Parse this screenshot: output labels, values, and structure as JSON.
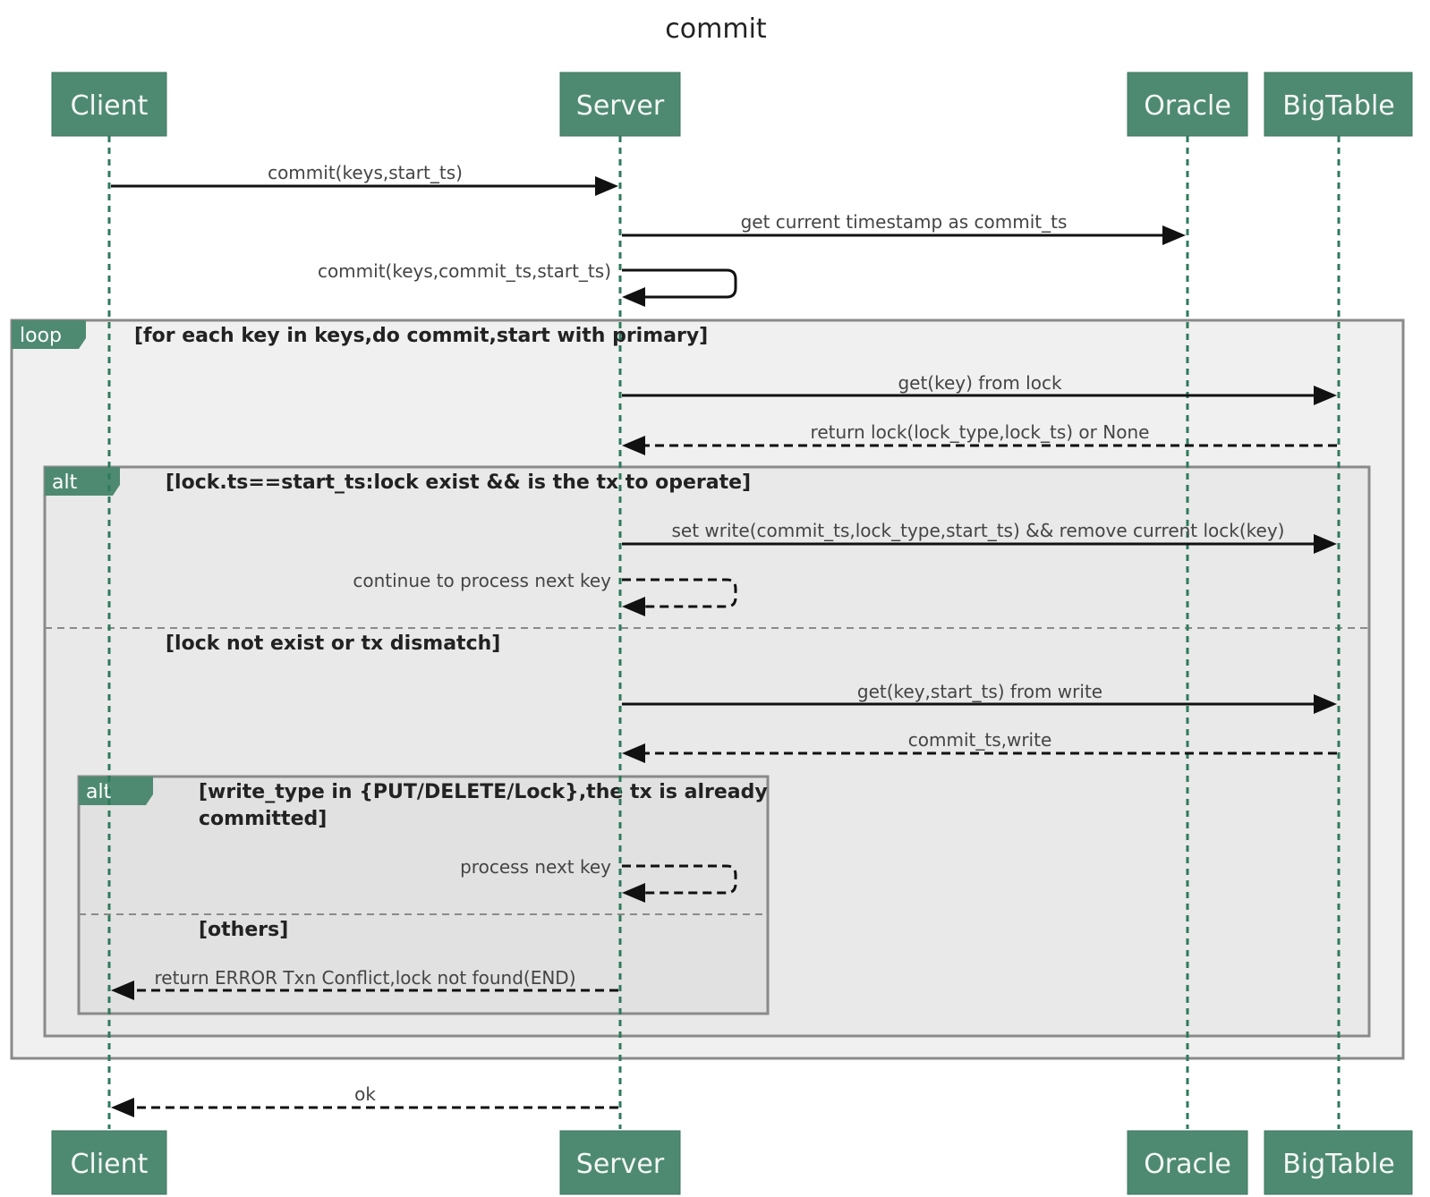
{
  "title": "commit",
  "actors": [
    "Client",
    "Server",
    "Oracle",
    "BigTable"
  ],
  "frames": {
    "loop": {
      "tab": "loop",
      "guard": "[for each key in keys,do commit,start with primary]"
    },
    "alt_outer": {
      "tab": "alt",
      "guard_1": "[lock.ts==start_ts:lock exist && is the tx to operate]",
      "guard_2": "[lock not exist or tx dismatch]"
    },
    "alt_inner": {
      "tab": "alt",
      "guard_1_line1": "[write_type in {PUT/DELETE/Lock},the tx is already",
      "guard_1_line2": "committed]",
      "guard_2": "[others]"
    }
  },
  "messages": [
    {
      "from": "Client",
      "to": "Server",
      "label": "commit(keys,start_ts)",
      "style": "solid"
    },
    {
      "from": "Server",
      "to": "Oracle",
      "label": "get current timestamp as commit_ts",
      "style": "solid"
    },
    {
      "from": "Server",
      "to": "Server",
      "label": "commit(keys,commit_ts,start_ts)",
      "style": "solid"
    },
    {
      "from": "Server",
      "to": "BigTable",
      "label": "get(key) from lock",
      "style": "solid"
    },
    {
      "from": "BigTable",
      "to": "Server",
      "label": "return lock(lock_type,lock_ts) or None",
      "style": "dashed"
    },
    {
      "from": "Server",
      "to": "BigTable",
      "label": "set write(commit_ts,lock_type,start_ts) && remove current lock(key)",
      "style": "solid"
    },
    {
      "from": "Server",
      "to": "Server",
      "label": "continue to process next key",
      "style": "dashed"
    },
    {
      "from": "Server",
      "to": "BigTable",
      "label": "get(key,start_ts) from write",
      "style": "solid"
    },
    {
      "from": "BigTable",
      "to": "Server",
      "label": "commit_ts,write",
      "style": "dashed"
    },
    {
      "from": "Server",
      "to": "Server",
      "label": "process next key",
      "style": "dashed"
    },
    {
      "from": "Server",
      "to": "Client",
      "label": "return ERROR Txn Conflict,lock not found(END)",
      "style": "dashed"
    },
    {
      "from": "Server",
      "to": "Client",
      "label": "ok",
      "style": "dashed"
    }
  ]
}
